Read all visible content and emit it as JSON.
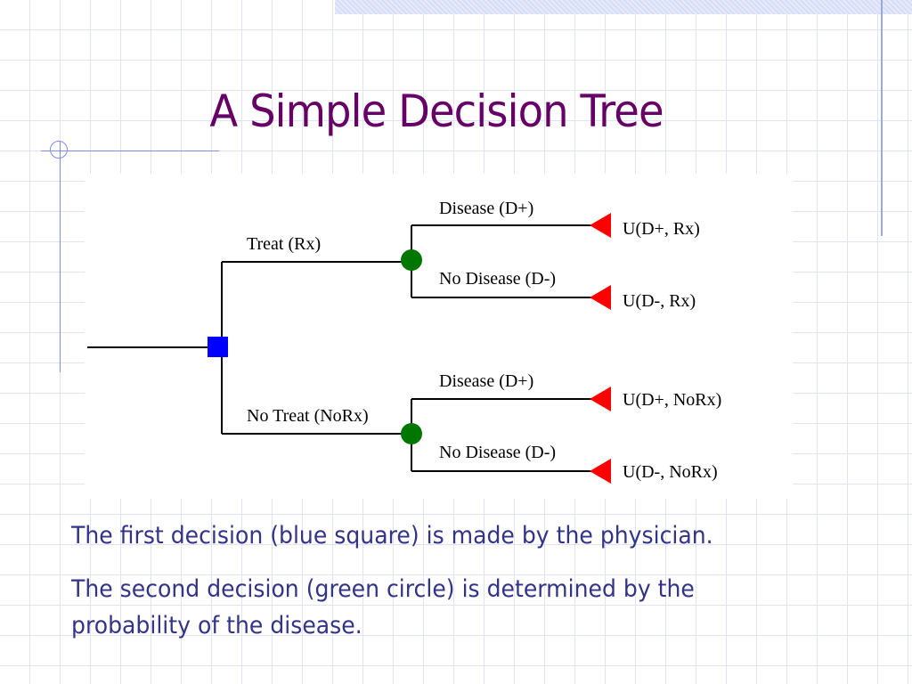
{
  "slide": {
    "title": "A Simple Decision Tree",
    "colors": {
      "title": "#660066",
      "body_text": "#333388",
      "decision_node": "#0000ff",
      "chance_node": "#007700",
      "terminal_node": "#ff0000",
      "grid": "#dfe3f5"
    }
  },
  "tree": {
    "decision_node": {
      "shape": "square",
      "color": "blue"
    },
    "branches": [
      {
        "label": "Treat (Rx)",
        "chance_node": {
          "shape": "circle",
          "color": "green"
        },
        "outcomes": [
          {
            "label": "Disease (D+)",
            "terminal": "U(D+, Rx)"
          },
          {
            "label": "No Disease (D-)",
            "terminal": "U(D-, Rx)"
          }
        ]
      },
      {
        "label": "No Treat (NoRx)",
        "chance_node": {
          "shape": "circle",
          "color": "green"
        },
        "outcomes": [
          {
            "label": "Disease (D+)",
            "terminal": "U(D+, NoRx)"
          },
          {
            "label": "No Disease (D-)",
            "terminal": "U(D-, NoRx)"
          }
        ]
      }
    ]
  },
  "body": {
    "paragraphs": [
      "The first decision (blue square) is made by the physician.",
      "The second decision (green circle) is determined by the",
      "probability of the disease."
    ]
  }
}
